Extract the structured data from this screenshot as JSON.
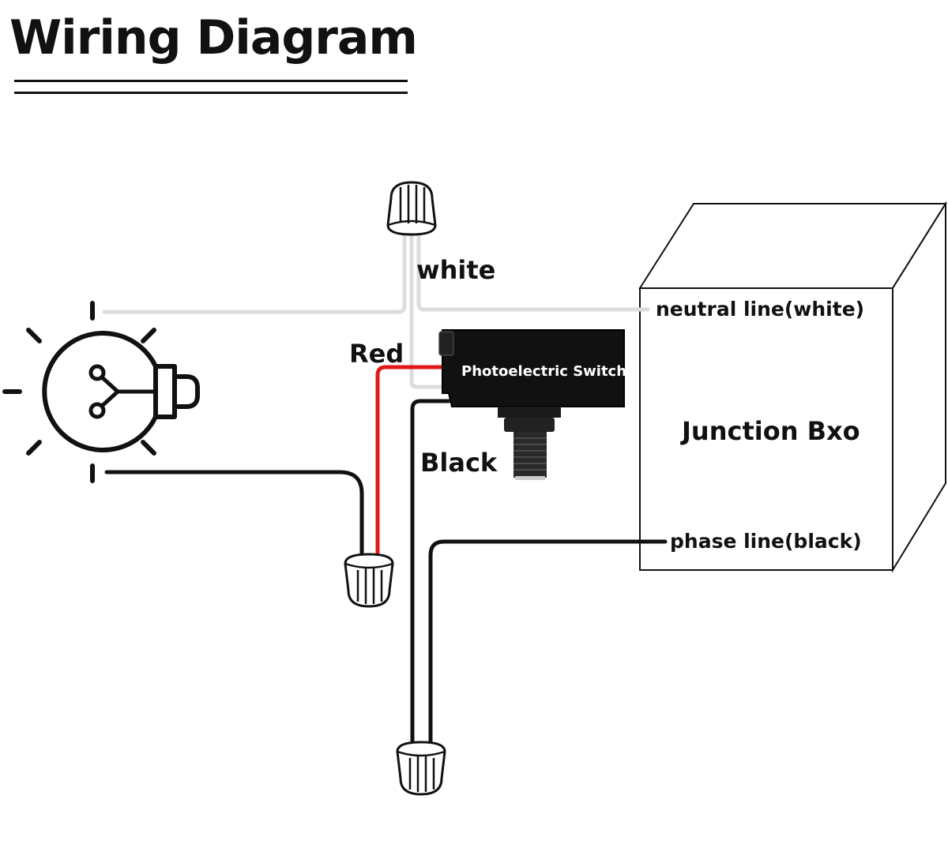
{
  "title": "Wiring Diagram",
  "labels": {
    "white": "white",
    "red": "Red",
    "black": "Black",
    "neutral": "neutral line(white)",
    "phase": "phase line(black)",
    "switch": "Photoelectric Switch",
    "junction": "Junction Bxo"
  },
  "colors": {
    "white_wire": "#dcdcdc",
    "red_wire": "#e01818",
    "black_wire": "#111111",
    "switch_body": "#111111"
  }
}
